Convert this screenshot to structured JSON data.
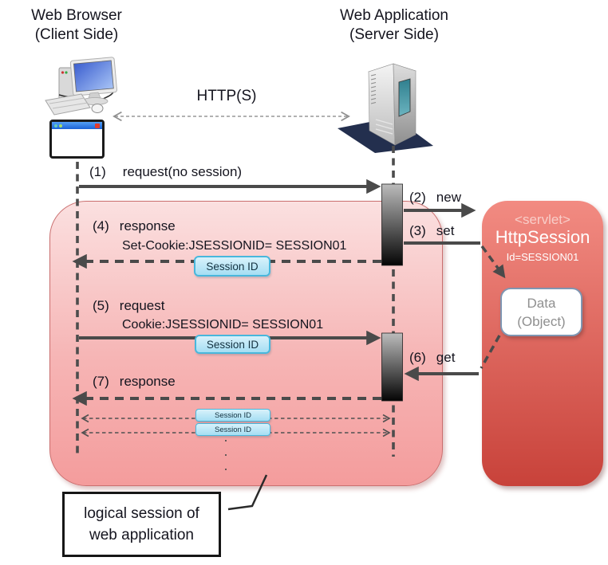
{
  "actors": {
    "client": {
      "name": "Web Browser",
      "side": "(Client Side)"
    },
    "server": {
      "name": "Web Application",
      "side": "(Server Side)"
    }
  },
  "link": {
    "protocol": "HTTP(S)"
  },
  "messages": {
    "m1": {
      "num": "(1)",
      "label": "request(no session)"
    },
    "m2": {
      "num": "(2)",
      "label": "new"
    },
    "m3": {
      "num": "(3)",
      "label": "set"
    },
    "m4": {
      "num": "(4)",
      "label": "response",
      "detail": "Set-Cookie:JSESSIONID= SESSION01"
    },
    "m5": {
      "num": "(5)",
      "label": "request",
      "detail": "Cookie:JSESSIONID= SESSION01"
    },
    "m6": {
      "num": "(6)",
      "label": "get"
    },
    "m7": {
      "num": "(7)",
      "label": "response"
    }
  },
  "badge": {
    "label": "Session ID"
  },
  "servlet": {
    "stereotype": "<servlet>",
    "title": "HttpSession",
    "id_label": "Id=SESSION01",
    "data_box": {
      "line1": "Data",
      "line2": "(Object)"
    }
  },
  "callout": {
    "line1": "logical session of",
    "line2": "web application"
  },
  "ellipsis": {
    "dot": "·"
  },
  "colors": {
    "session_region_top": "#fbe0e0",
    "session_region_bottom": "#f49c9c",
    "servlet_box_top": "#f28b82",
    "servlet_box_bottom": "#c8423a",
    "badge_fill": "#a5def3",
    "badge_border": "#48b7dc",
    "arrow": "#4a4a4a",
    "shadow_navy": "#232f4e"
  }
}
